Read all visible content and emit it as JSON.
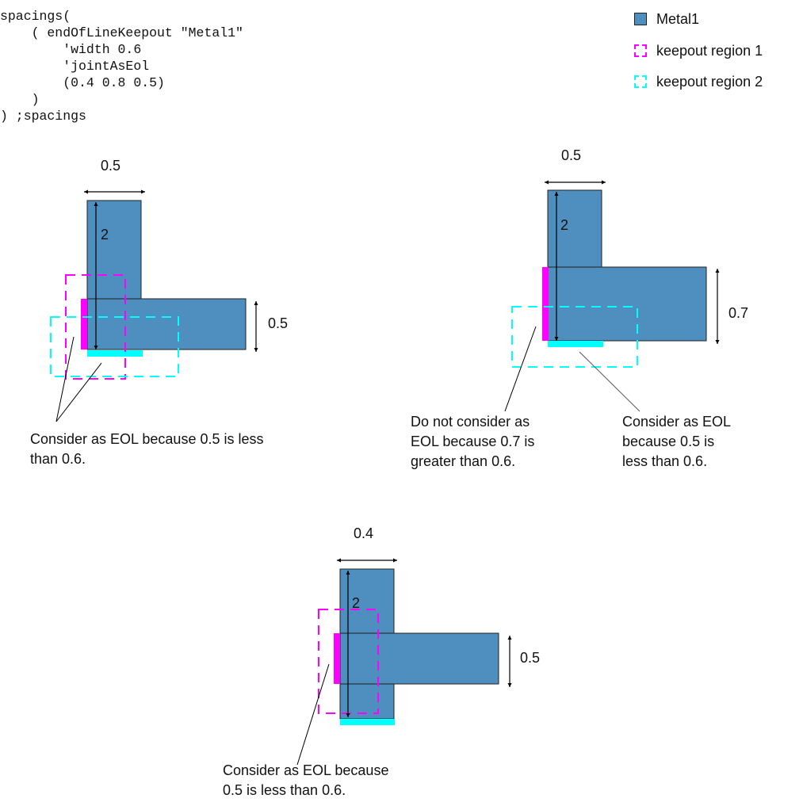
{
  "code": {
    "lines": [
      "spacings(",
      "    ( endOfLineKeepout \"Metal1\"",
      "        'width 0.6",
      "        'jointAsEol",
      "        (0.4 0.8 0.5)",
      "    )",
      ") ;spacings"
    ]
  },
  "legend": {
    "items": [
      {
        "label": "Metal1",
        "kind": "metal"
      },
      {
        "label": "keepout region 1",
        "kind": "keepout1"
      },
      {
        "label": "keepout region 2",
        "kind": "keepout2"
      }
    ]
  },
  "colors": {
    "metal_fill": "#4f8fbf",
    "metal_stroke": "#222222",
    "keepout1": "#ff00ff",
    "keepout2": "#00ffff",
    "arrow": "#000000"
  },
  "diagrams": [
    {
      "id": "l-shape-left",
      "width_label": "0.5",
      "height_label": "2",
      "wire_width_label": "0.5",
      "note": "Consider as EOL because 0.5 is less\nthan 0.6."
    },
    {
      "id": "l-shape-right",
      "width_label": "0.5",
      "height_label": "2",
      "wire_width_label": "0.7",
      "note_left": "Do not consider as\nEOL because 0.7 is\ngreater than 0.6.",
      "note_right": "Consider as EOL\nbecause 0.5 is\nless than 0.6."
    },
    {
      "id": "t-shape-bottom",
      "width_label": "0.4",
      "height_label": "2",
      "wire_width_label": "0.5",
      "note": "Consider as EOL because\n0.5 is less than 0.6."
    }
  ]
}
